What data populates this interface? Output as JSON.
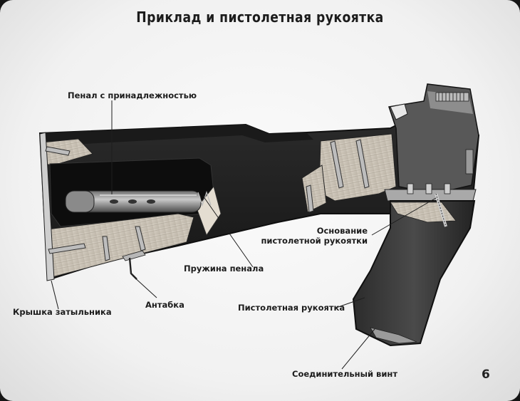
{
  "title": "Приклад и пистолетная рукоятка",
  "labels": {
    "case": "Пенал с принадлежностью",
    "spring": "Пружина пенала",
    "base_line1": "Основание",
    "base_line2": "пистолетной рукоятки",
    "sling": "Антабка",
    "butt_cover": "Крышка затыльника",
    "grip": "Пистолетная рукоятка",
    "screw": "Соединительный винт"
  },
  "page_number": "6"
}
